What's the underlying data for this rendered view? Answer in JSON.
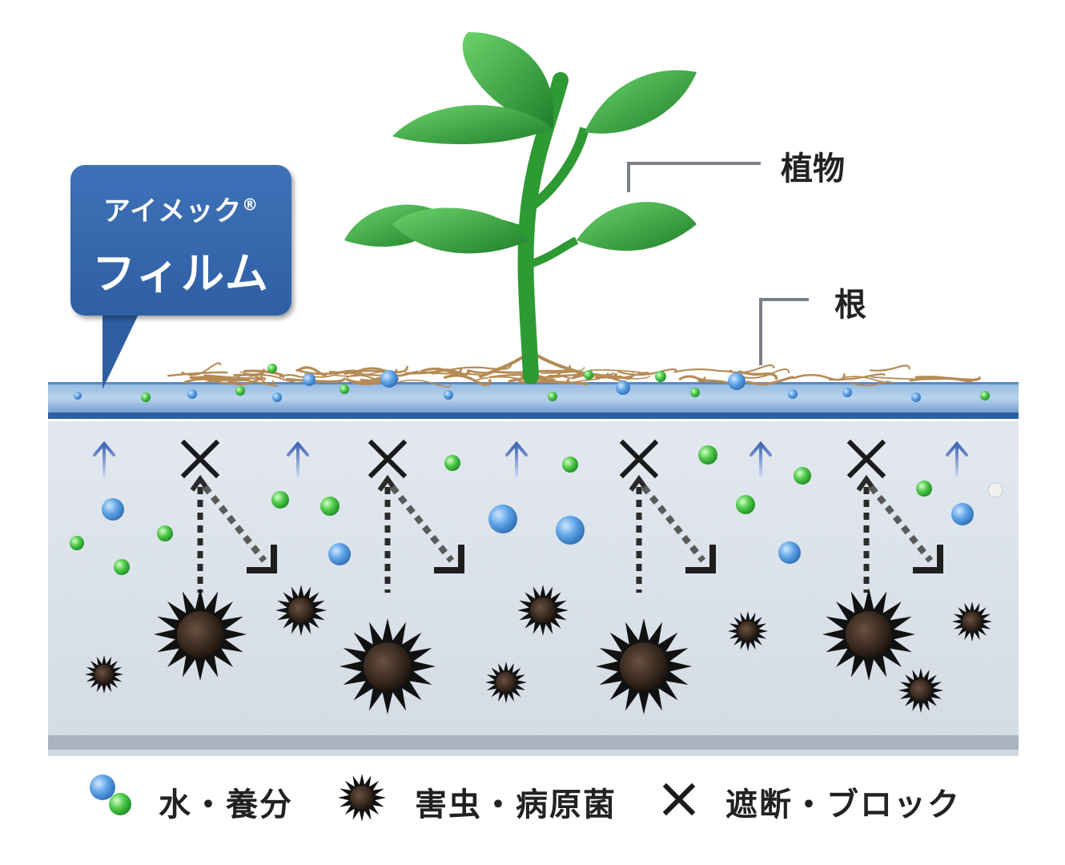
{
  "product": {
    "name_line1": "アイメック",
    "registered_mark": "®",
    "name_line2": "フィルム"
  },
  "labels": {
    "plant": "植物",
    "root": "根"
  },
  "legend": [
    {
      "icon": "water-nutrient-icon",
      "text": "水・養分"
    },
    {
      "icon": "pest-pathogen-icon",
      "text": "害虫・病原菌"
    },
    {
      "icon": "block-cross-icon",
      "text": "遮断・ブロック"
    }
  ],
  "colors": {
    "film_blue": "#2f5fa3",
    "leaf_green": "#2f9a3a",
    "root_brown": "#b58a54",
    "water_blue": "#4a8fd6",
    "nutrient_green": "#3cb83c",
    "pest_black": "#1c1410"
  }
}
